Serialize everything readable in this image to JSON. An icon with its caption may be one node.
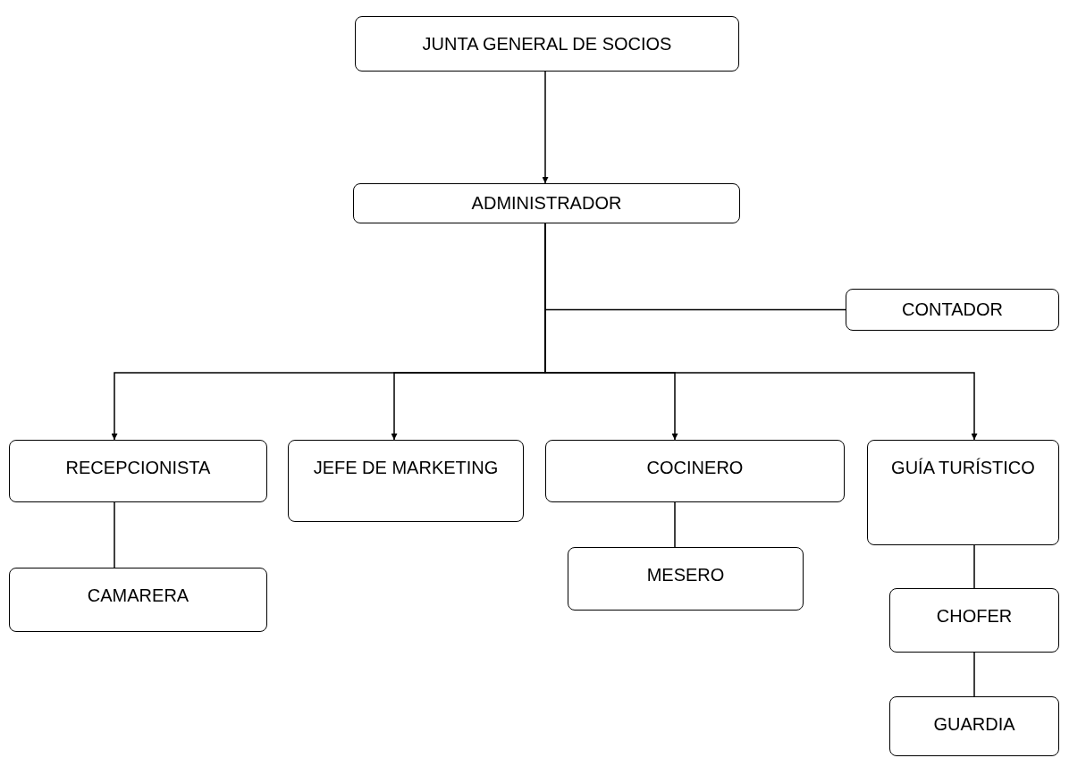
{
  "diagram": {
    "nodes": [
      {
        "text": [
          "JUNTA GENERAL DE SOCIOS"
        ]
      },
      {
        "text": [
          "ADMINISTRADOR"
        ]
      },
      {
        "text": [
          "CONTADOR"
        ]
      },
      {
        "text": [
          "RECEPCIONISTA"
        ]
      },
      {
        "text": [
          "JEFE DE MARKETING"
        ]
      },
      {
        "text": [
          "COCINERO"
        ]
      },
      {
        "text": [
          "GUÍA TURÍSTICO"
        ]
      },
      {
        "text": [
          "CAMARERA"
        ]
      },
      {
        "text": [
          "MESERO"
        ]
      },
      {
        "text": [
          "CHOFER"
        ]
      },
      {
        "text": [
          "GUARDIA"
        ]
      }
    ],
    "edges": [
      {
        "from": 0,
        "to": 1,
        "arrow": "to"
      },
      {
        "from": 1,
        "to": 2,
        "arrow": "none"
      },
      {
        "from": 1,
        "to": 3,
        "arrow": "to"
      },
      {
        "from": 1,
        "to": 4,
        "arrow": "to"
      },
      {
        "from": 1,
        "to": 5,
        "arrow": "to"
      },
      {
        "from": 1,
        "to": 6,
        "arrow": "to"
      },
      {
        "from": 3,
        "to": 7,
        "arrow": "none"
      },
      {
        "from": 5,
        "to": 8,
        "arrow": "none"
      },
      {
        "from": 6,
        "to": 9,
        "arrow": "none"
      },
      {
        "from": 9,
        "to": 10,
        "arrow": "none"
      }
    ]
  }
}
